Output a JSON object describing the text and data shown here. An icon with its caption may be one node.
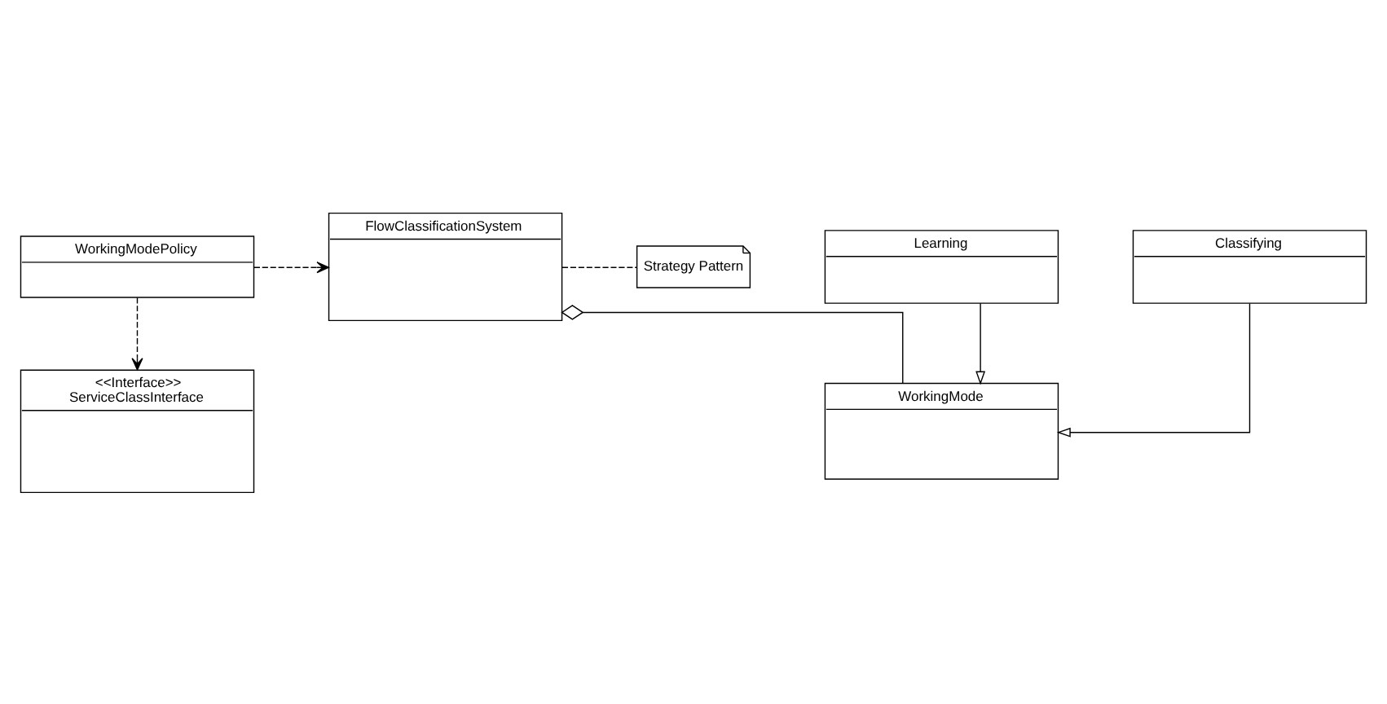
{
  "diagram": {
    "nodes": [
      {
        "text": [
          "WorkingModePolicy"
        ]
      },
      {
        "text": [
          "FlowClassificationSystem"
        ]
      },
      {
        "text": [
          "Strategy Pattern"
        ]
      },
      {
        "text": [
          "<<Interface>>",
          "ServiceClassInterface"
        ]
      },
      {
        "text": [
          "WorkingMode"
        ]
      },
      {
        "text": [
          "Learning"
        ]
      },
      {
        "text": [
          "Classifying"
        ]
      }
    ],
    "edges": [
      {
        "from": 0,
        "to": 1,
        "arrow": "to",
        "style": "dashed"
      },
      {
        "from": 0,
        "to": 3,
        "arrow": "to",
        "style": "dashed"
      },
      {
        "from": 1,
        "to": 2,
        "arrow": "none",
        "style": "dashed"
      },
      {
        "from": 1,
        "to": 4,
        "arrow": "other"
      },
      {
        "from": 5,
        "to": 4,
        "arrow": "to"
      },
      {
        "from": 6,
        "to": 4,
        "arrow": "to"
      }
    ]
  }
}
